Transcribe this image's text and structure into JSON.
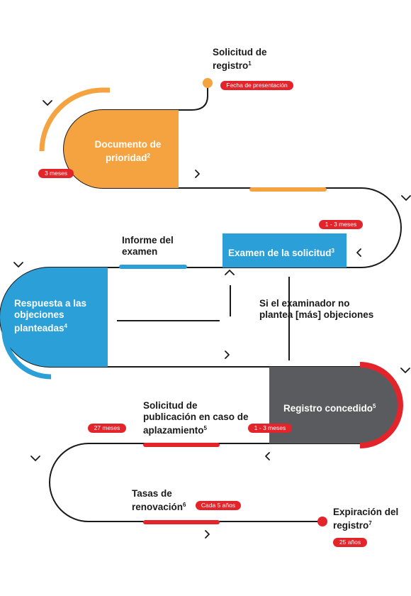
{
  "colors": {
    "orange": "#f4a340",
    "blue": "#2a9fd8",
    "gray": "#5a5b5f",
    "red": "#e3242b",
    "line": "#1a1a1a"
  },
  "labels": {
    "solicitud_registro": "Solicitud de registro",
    "solicitud_registro_note": "1",
    "documento_prioridad": "Documento de prioridad",
    "documento_prioridad_note": "2",
    "examen_solicitud": "Examen de la solicitud",
    "examen_solicitud_note": "3",
    "informe_examen": "Informe del examen",
    "respuesta_objeciones": "Respuesta a las objeciones planteadas",
    "respuesta_objeciones_note": "4",
    "si_examinador": "Si el examinador no plantea [más] objeciones",
    "registro_concedido": "Registro concedido",
    "registro_concedido_note": "5",
    "solicitud_publicacion": "Solicitud de publicación en caso de aplazamiento",
    "solicitud_publicacion_note": "5",
    "tasas_renovacion": "Tasas de renovación",
    "tasas_renovacion_note": "6",
    "expiracion_registro": "Expiración del registro",
    "expiracion_registro_note": "7"
  },
  "badges": {
    "fecha_presentacion": "Fecha de presentación",
    "tres_meses": "3 meses",
    "uno_tres_meses_a": "1 - 3 meses",
    "veintisiete_meses": "27 meses",
    "uno_tres_meses_b": "1 - 3 meses",
    "cada_cinco_anos": "Cada 5 años",
    "veinticinco_anos": "25 años"
  },
  "icons": [
    "chevron-down-icon",
    "chevron-right-icon",
    "chevron-left-icon",
    "chevron-up-icon"
  ]
}
